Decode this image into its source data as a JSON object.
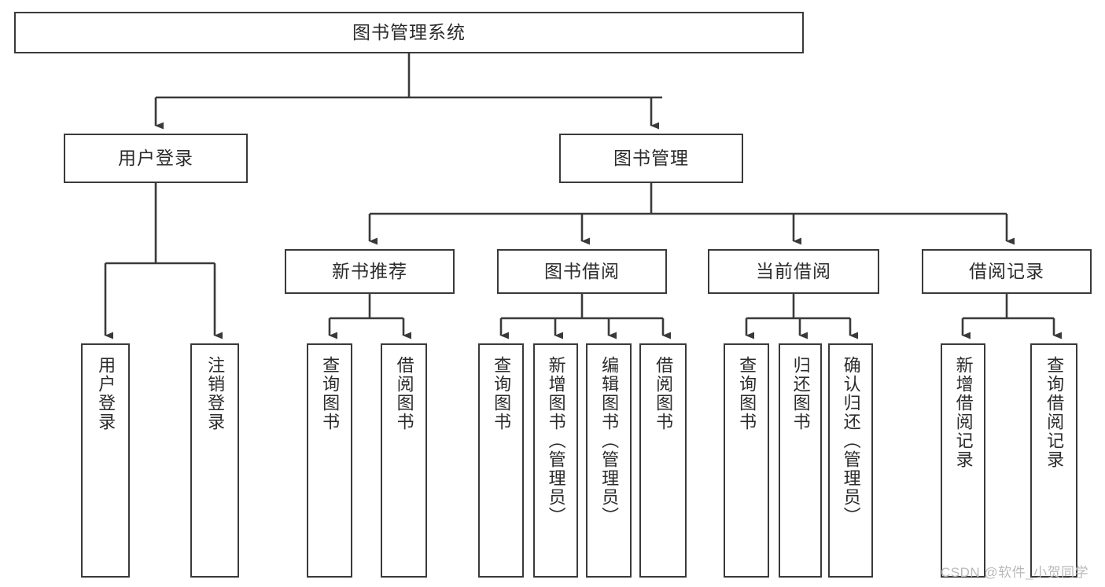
{
  "diagram": {
    "title": "图书管理系统",
    "type": "tree-hierarchy-chart",
    "colors": {
      "box_border": "#3a3a3a",
      "box_fill": "#ffffff",
      "edge": "#3a3a3a",
      "text": "#2b2b2b",
      "watermark": "#b9b9b9",
      "background": "#ffffff"
    },
    "root": {
      "label": "图书管理系统"
    },
    "level2": [
      {
        "label": "用户登录"
      },
      {
        "label": "图书管理"
      }
    ],
    "level3": [
      {
        "label": "新书推荐"
      },
      {
        "label": "图书借阅"
      },
      {
        "label": "当前借阅"
      },
      {
        "label": "借阅记录"
      }
    ],
    "leaves": {
      "user_login": [
        {
          "label": "用户登录"
        },
        {
          "label": "注销登录"
        }
      ],
      "new_book_recommend": [
        {
          "label": "查询图书"
        },
        {
          "label": "借阅图书"
        }
      ],
      "book_borrow": [
        {
          "label": "查询图书"
        },
        {
          "label": "新增图书（管理员）"
        },
        {
          "label": "编辑图书（管理员）"
        },
        {
          "label": "借阅图书"
        }
      ],
      "current_borrow": [
        {
          "label": "查询图书"
        },
        {
          "label": "归还图书"
        },
        {
          "label": "确认归还（管理员）"
        }
      ],
      "borrow_record": [
        {
          "label": "新增借阅记录"
        },
        {
          "label": "查询借阅记录"
        }
      ]
    },
    "watermark": "CSDN @软件_小贺同学"
  }
}
